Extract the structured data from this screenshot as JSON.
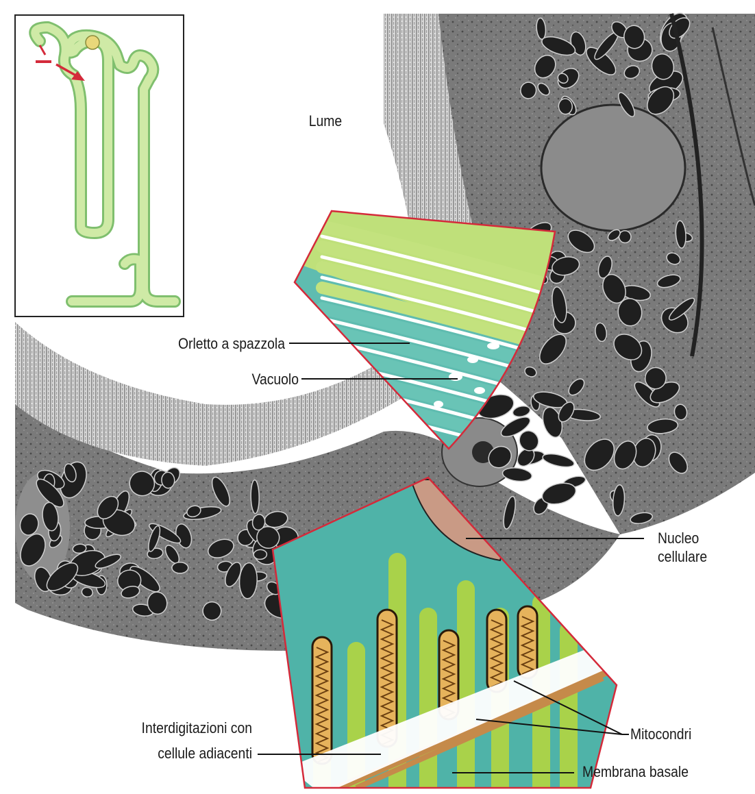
{
  "labels": {
    "lume": "Lume",
    "orletto": "Orletto a spazzola",
    "vacuolo": "Vacuolo",
    "nucleo_line1": "Nucleo",
    "nucleo_line2": "cellulare",
    "interdig_line1": "Interdigitazioni con",
    "interdig_line2": "cellule adiacenti",
    "mitocondri": "Mitocondri",
    "membrana": "Membrana basale"
  },
  "colors": {
    "background": "#ffffff",
    "micrograph_tissue": "#6e6e6e",
    "micrograph_dark": "#1e1e1e",
    "inset_frame": "#d42a3a",
    "brush_border_green": "#a9d24a",
    "cytoplasm_teal": "#4fb3a8",
    "mitochondria_orange": "#e6b35c",
    "nucleus_pink": "#c99a85",
    "basal_membrane": "#c58a4a",
    "nephron_tube": "#b9e09a",
    "highlight_arrow": "#d42a3a"
  }
}
